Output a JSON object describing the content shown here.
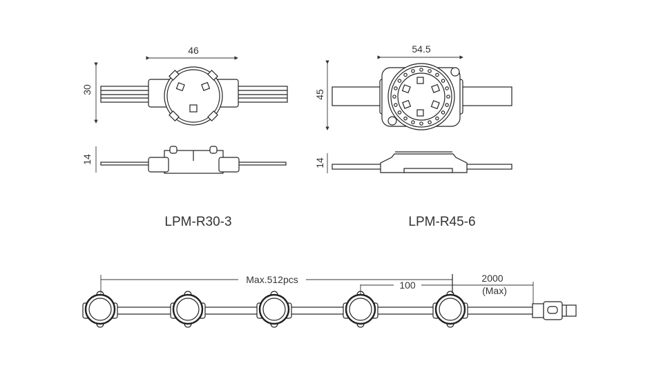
{
  "models": [
    {
      "name": "LPM-R30-3",
      "width_dim": "46",
      "height_dim": "30",
      "thickness_dim": "14"
    },
    {
      "name": "LPM-R45-6",
      "width_dim": "54.5",
      "height_dim": "45",
      "thickness_dim": "14"
    }
  ],
  "chain": {
    "max_count": "Max.512pcs",
    "spacing": "100",
    "lead_length": "2000",
    "lead_note": "(Max)"
  }
}
